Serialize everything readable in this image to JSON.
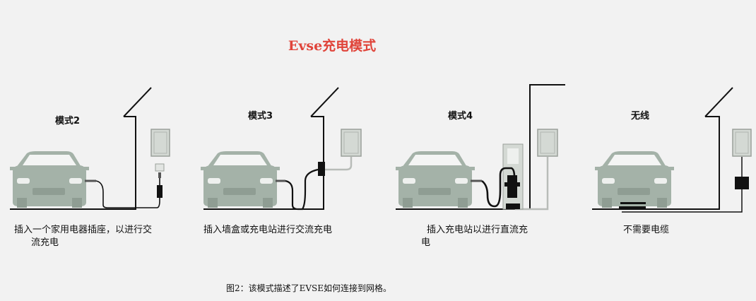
{
  "title": "Evse充电模式",
  "panels": [
    {
      "label": "模式2",
      "description_line1": "插入一个家用电器插座，以进行交",
      "description_line2": "流充电"
    },
    {
      "label": "模式3",
      "description_line1": "插入墙盒或充电站进行交流充电",
      "description_line2": ""
    },
    {
      "label": "模式4",
      "description_line1": "插入充电站以进行直流充",
      "description_line2": "电"
    },
    {
      "label": "无线",
      "description_line1": "不需要电缆",
      "description_line2": ""
    }
  ],
  "caption": "图2：该模式描述了EVSE如何连接到网格。",
  "colors": {
    "title": "#e0443a",
    "car": "#a4b2a8",
    "panel": "#d6dbd6",
    "line": "#111111",
    "grid_wire": "#b8bcb8"
  }
}
